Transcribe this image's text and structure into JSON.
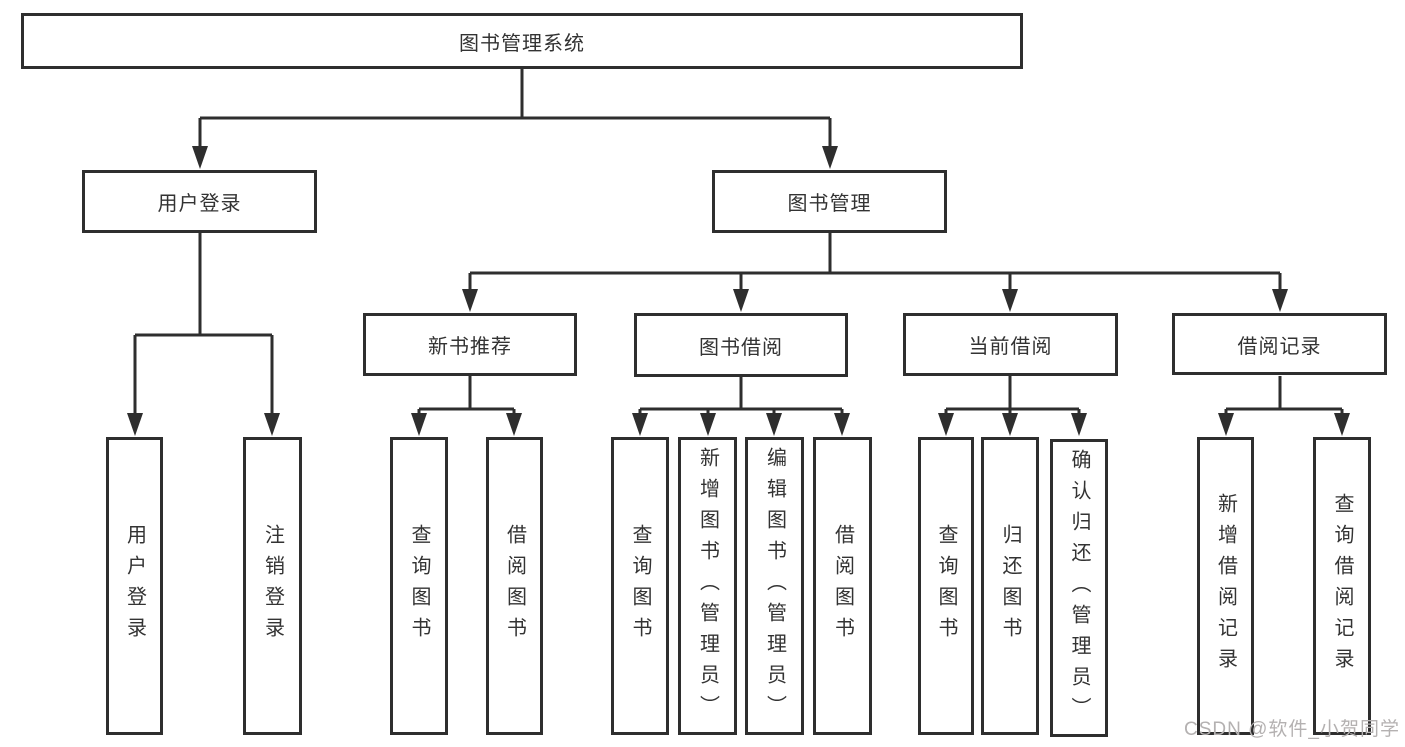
{
  "diagram": {
    "root": {
      "label": "图书管理系统"
    },
    "branches": [
      {
        "label": "用户登录",
        "children": [
          {
            "label": "用户登录"
          },
          {
            "label": "注销登录"
          }
        ]
      },
      {
        "label": "图书管理",
        "children": [
          {
            "label": "新书推荐",
            "children": [
              {
                "label": "查询图书"
              },
              {
                "label": "借阅图书"
              }
            ]
          },
          {
            "label": "图书借阅",
            "children": [
              {
                "label": "查询图书"
              },
              {
                "label": "新增图书（管理员）"
              },
              {
                "label": "编辑图书（管理员）"
              },
              {
                "label": "借阅图书"
              }
            ]
          },
          {
            "label": "当前借阅",
            "children": [
              {
                "label": "查询图书"
              },
              {
                "label": "归还图书"
              },
              {
                "label": "确认归还（管理员）"
              }
            ]
          },
          {
            "label": "借阅记录",
            "children": [
              {
                "label": "新增借阅记录"
              },
              {
                "label": "查询借阅记录"
              }
            ]
          }
        ]
      }
    ]
  },
  "watermark": {
    "text": "CSDN @软件_小贺同学"
  },
  "colors": {
    "line": "#2e2e2e",
    "text": "#333333",
    "watermark": "#b4b1b1",
    "background": "#ffffff"
  }
}
